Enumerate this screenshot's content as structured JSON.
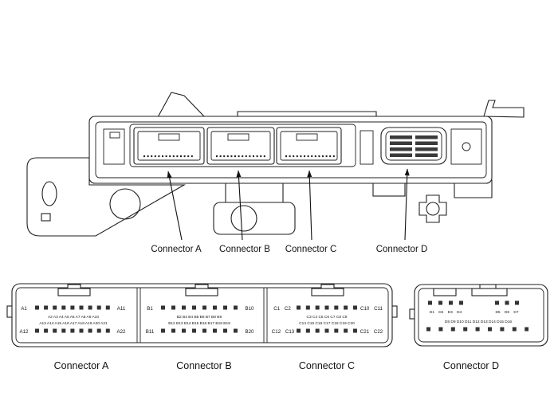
{
  "top_view": {
    "labels": {
      "a": "Connector A",
      "b": "Connector B",
      "c": "Connector C",
      "d": "Connector D"
    }
  },
  "pinout": {
    "a": {
      "caption": "Connector A",
      "row1_left": "A1",
      "row1_mid": [
        "A2",
        "A3",
        "A4",
        "A5",
        "A6",
        "A7",
        "A8",
        "A9",
        "A10"
      ],
      "row1_right": "A11",
      "row2_left": "A12",
      "row2_mid": [
        "A13",
        "A14",
        "A15",
        "A16",
        "A17",
        "A18",
        "A19",
        "A20",
        "A21"
      ],
      "row2_right": "A22"
    },
    "b": {
      "caption": "Connector B",
      "row1_left": "B1",
      "row1_mid": [
        "B2",
        "B3",
        "B4",
        "B5",
        "B6",
        "B7",
        "B8",
        "B9"
      ],
      "row1_right": "B10",
      "row2_left": "B11",
      "row2_mid": [
        "B12",
        "B13",
        "B14",
        "B15",
        "B16",
        "B17",
        "B18",
        "B19"
      ],
      "row2_right": "B20"
    },
    "c": {
      "caption": "Connector C",
      "row1_left": [
        "C1",
        "C2"
      ],
      "row1_mid": [
        "C3",
        "C4",
        "C5",
        "C6",
        "C7",
        "C8",
        "C9"
      ],
      "row1_right": [
        "C10",
        "C11"
      ],
      "row2_left": [
        "C12",
        "C13"
      ],
      "row2_mid": [
        "C14",
        "C15",
        "C16",
        "C17",
        "C18",
        "C19",
        "C20"
      ],
      "row2_right": [
        "C21",
        "C22"
      ]
    },
    "d": {
      "caption": "Connector D",
      "row1_left": [
        "D1",
        "D2",
        "D3",
        "D4"
      ],
      "row1_right": [
        "D5",
        "D6",
        "D7"
      ],
      "row2": [
        "D8",
        "D9",
        "D10",
        "D11",
        "D12",
        "D13",
        "D14",
        "D15",
        "D16"
      ]
    }
  },
  "colors": {
    "line": "#1f1f1f",
    "pin_fill": "#333333",
    "background": "#ffffff"
  }
}
